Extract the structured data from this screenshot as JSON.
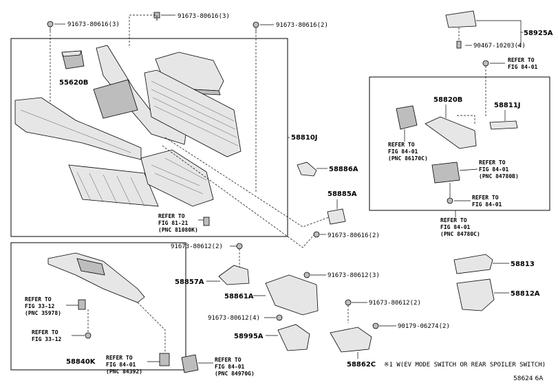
{
  "diagram": {
    "figure_code": "58624 6A",
    "labels": {
      "bolt_a": "91673-80616(3)",
      "bolt_b": "91673-80616(3)",
      "bolt_c": "91673-80616(2)",
      "p55620b": "55620B",
      "p58810j": "58810J",
      "p58886a": "58886A",
      "p58885a": "58885A",
      "bolt_d": "91673-80616(2)",
      "p58925a": "58925A",
      "clip_90467": "90467-10203(4)",
      "p58820b": "58820B",
      "p58811j": "58811J",
      "bolt_e": "91673-80612(2)",
      "p58857a": "58857A",
      "p58861a": "58861A",
      "bolt_f": "91673-80612(3)",
      "bolt_g": "91673-80612(2)",
      "bolt_h": "91673-80612(4)",
      "p58995a": "58995A",
      "clip_90179": "90179-06274(2)",
      "p58862c": "58862C",
      "p58813": "58813",
      "p58812a": "58812A",
      "p58840k": "58840K",
      "footnote": "※1 W(EV MODE SWITCH OR REAR SPOILER SWITCH)"
    },
    "refs": {
      "r1": [
        "REFER TO",
        "FIG 84-01"
      ],
      "r2": [
        "REFER TO",
        "FIG 84-01",
        "(PNC 86170C)"
      ],
      "r3": [
        "REFER TO",
        "FIG 84-01",
        "(PNC 84780B)"
      ],
      "r4": [
        "REFER TO",
        "FIG 84-01"
      ],
      "r5": [
        "REFER TO",
        "FIG 84-01",
        "(PNC 84780C)"
      ],
      "r6": [
        "REFER TO",
        "FIG 81-21",
        "(PNC 81080K)"
      ],
      "r7": [
        "REFER TO",
        "FIG 33-12",
        "(PNC 35978)"
      ],
      "r8": [
        "REFER TO",
        "FIG 33-12"
      ],
      "r9": [
        "REFER TO",
        "FIG 84-01",
        "(PNC 84392)"
      ],
      "r10": [
        "REFER TO",
        "FIG 84-01",
        "(PNC 84970G)"
      ]
    }
  }
}
